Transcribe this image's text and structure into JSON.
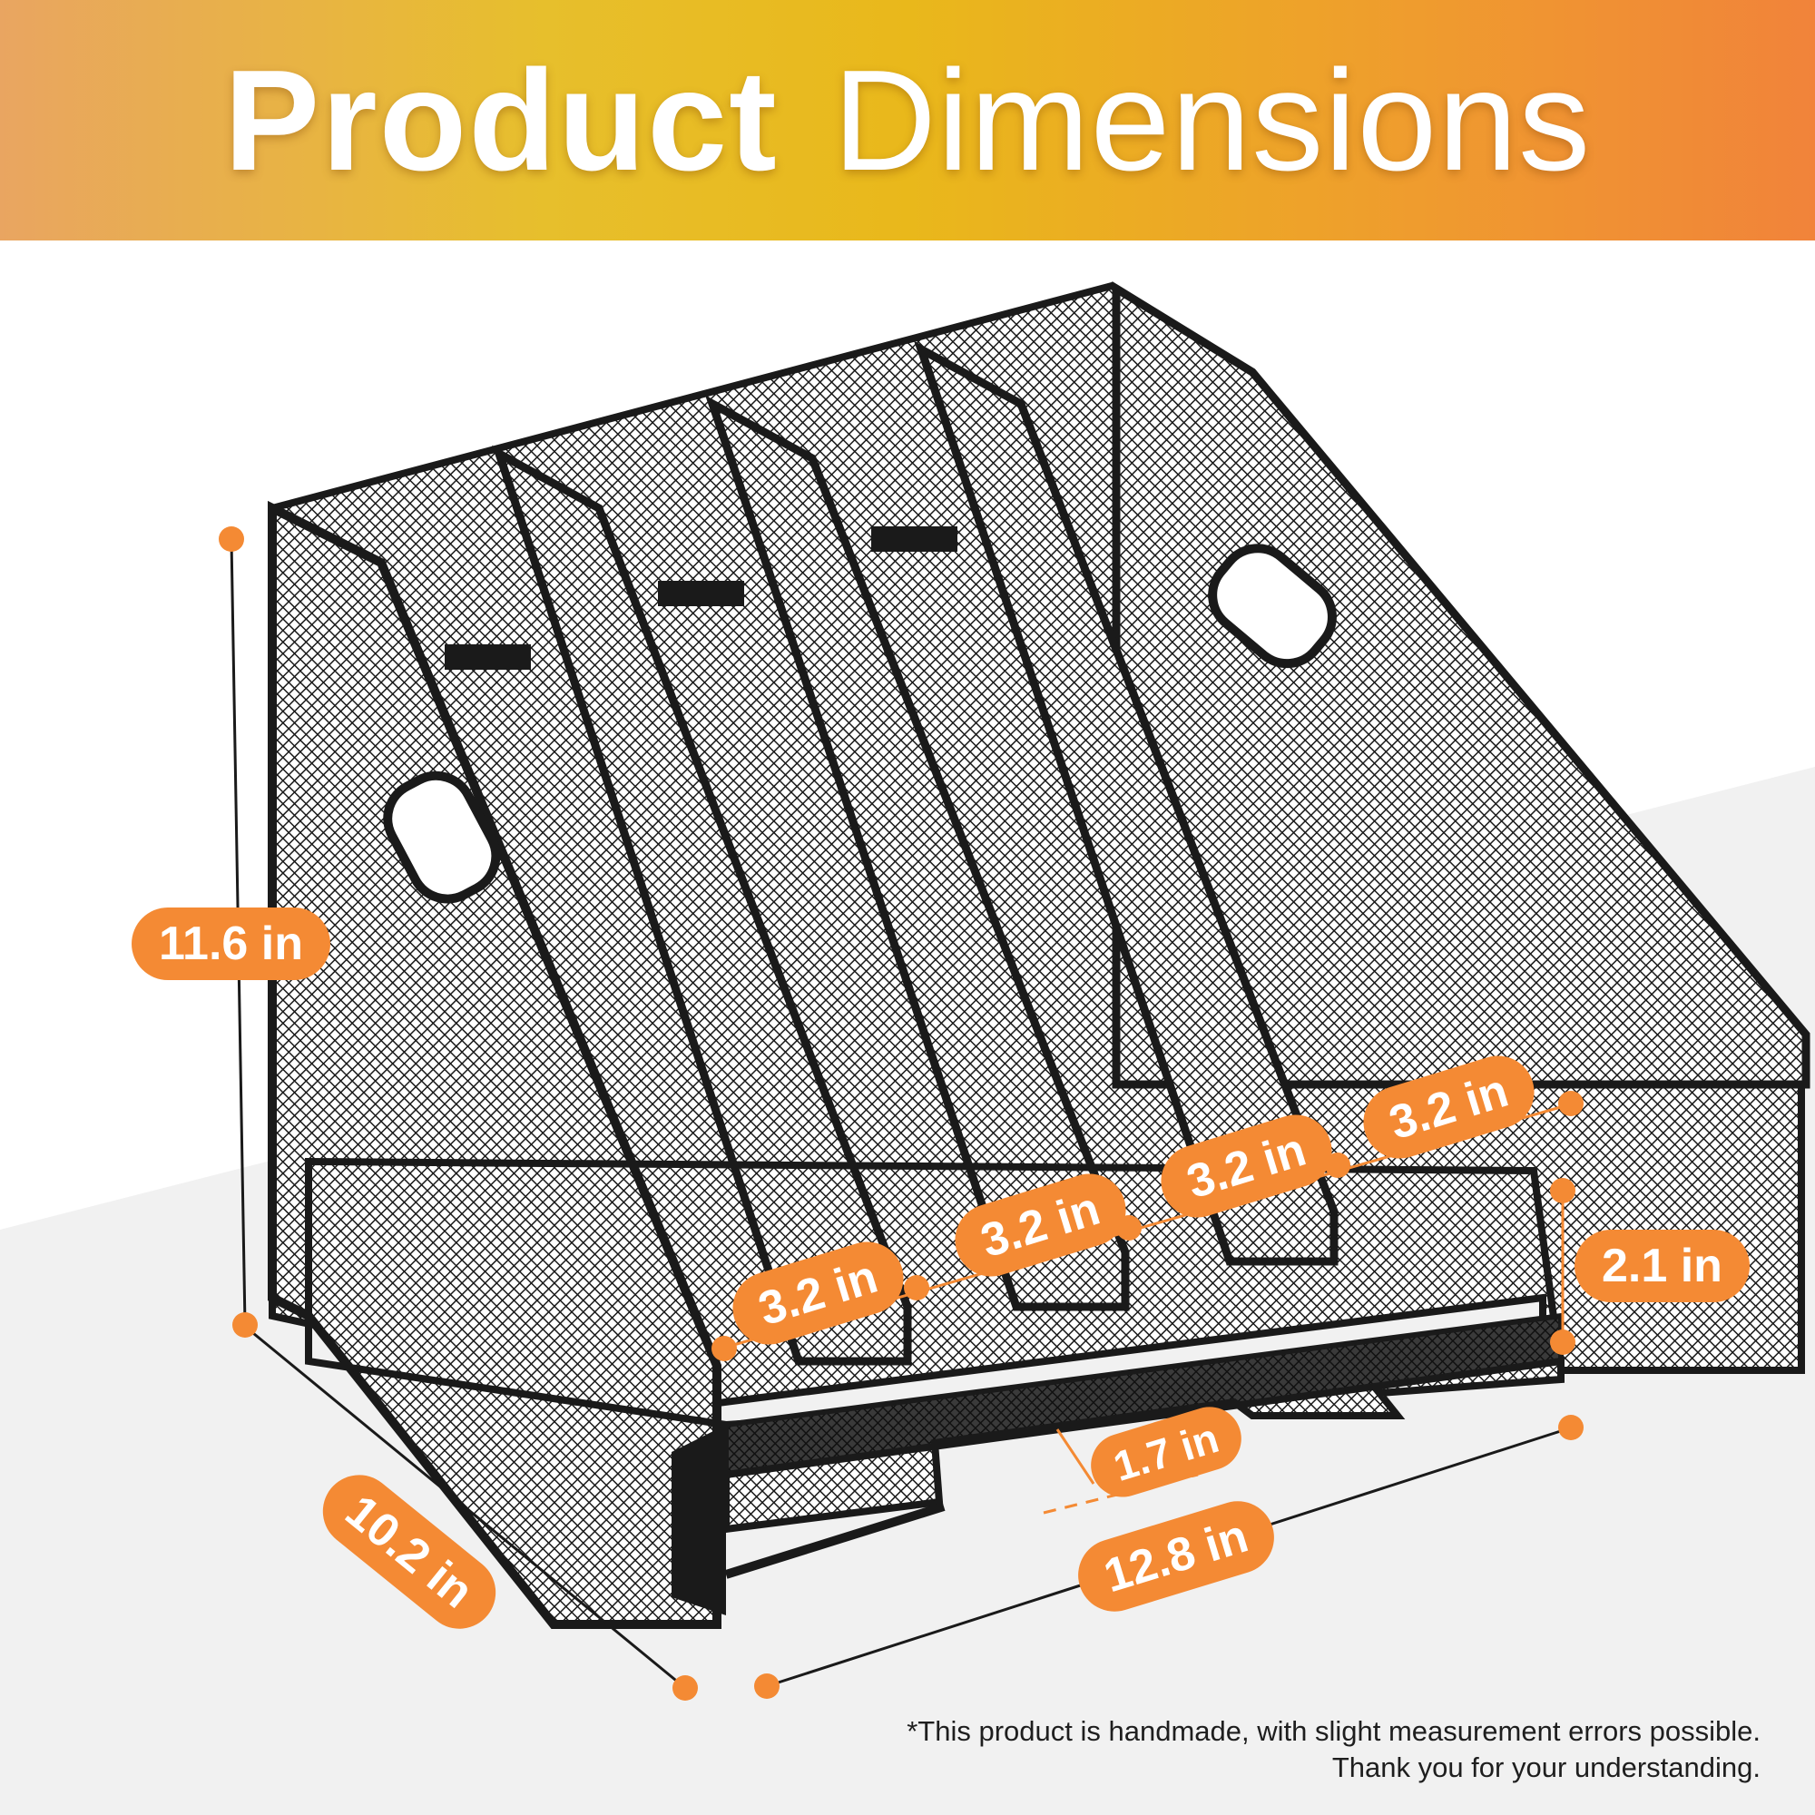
{
  "header": {
    "title_bold": "Product",
    "title_light": "Dimensions"
  },
  "dimensions": {
    "height": "11.6 in",
    "depth": "10.2 in",
    "width": "12.8 in",
    "compartments": [
      "3.2 in",
      "3.2 in",
      "3.2 in",
      "3.2 in"
    ],
    "drawer_height": "2.1 in",
    "drawer_gap": "1.7 in"
  },
  "footnote": {
    "line1": "*This product is handmade, with slight measurement errors possible.",
    "line2": "Thank you for your understanding."
  },
  "colors": {
    "accent": "#f48a34",
    "banner_start": "#e9a561",
    "banner_mid": "#e9b81b",
    "banner_end": "#f1833a",
    "product": "#1a1a1a"
  },
  "icons": {
    "product": "mesh-file-organizer-illustration"
  }
}
